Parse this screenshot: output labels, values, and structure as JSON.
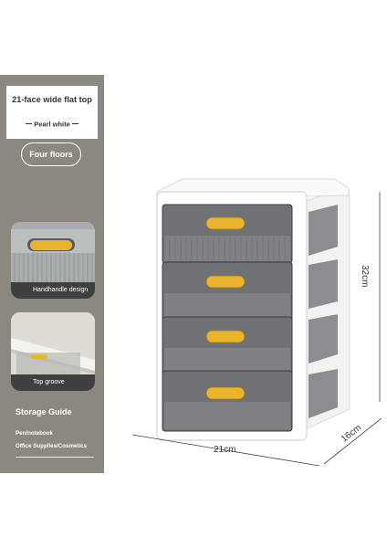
{
  "sidebar": {
    "title": "21-face wide flat top",
    "subtitle": "Pearl white",
    "floors_label": "Four floors",
    "feature1_label": "Handhandle design",
    "feature2_label": "Top groove",
    "guide_title": "Storage Guide",
    "guide_items": [
      "Pen/notebook",
      "Office Supplies/Cosmetics"
    ]
  },
  "dimensions": {
    "width": "21cm",
    "depth": "16cm",
    "height": "32cm"
  },
  "colors": {
    "sidebar_bg": "#8b8880",
    "handle": "#e8b52c",
    "frame": "#ffffff",
    "drawer": "#6f7174"
  }
}
